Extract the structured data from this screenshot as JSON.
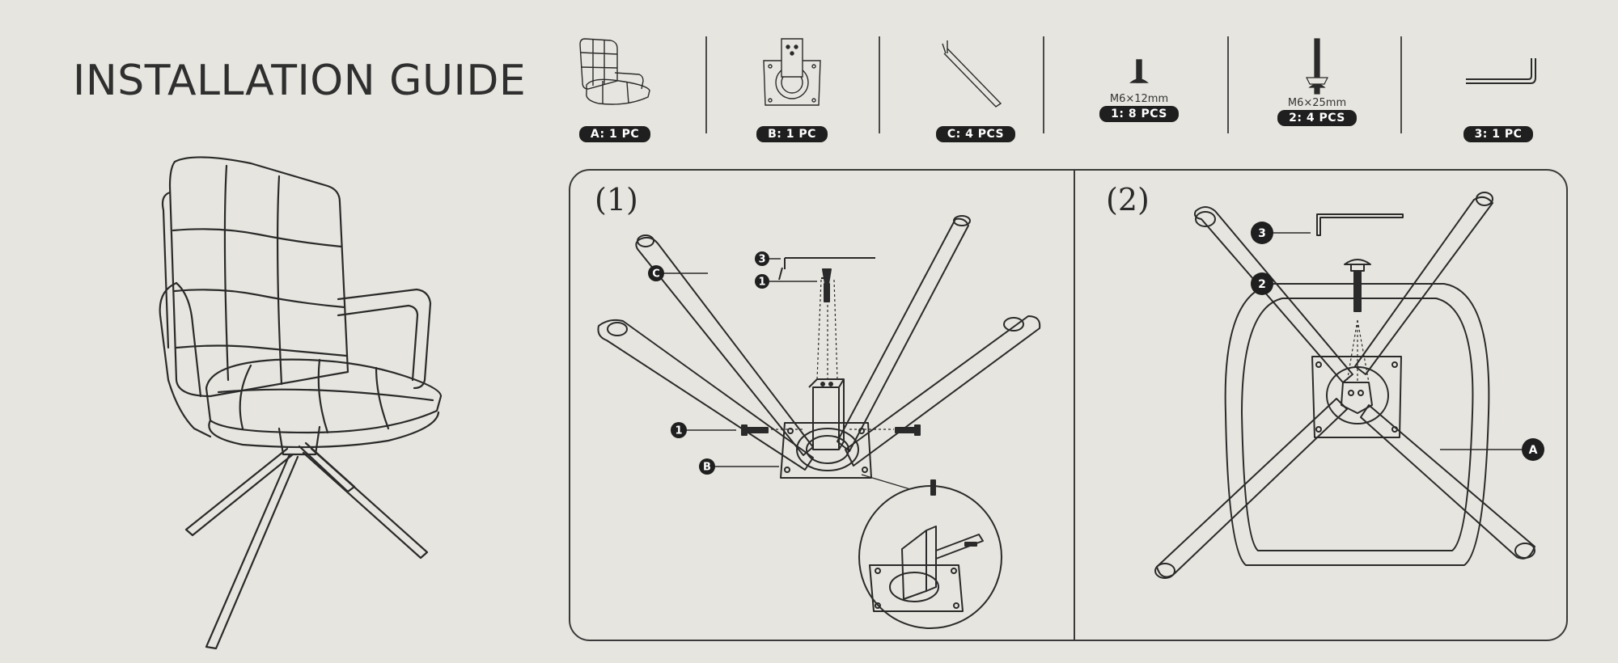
{
  "title": "INSTALLATION GUIDE",
  "parts": [
    {
      "id": "A",
      "icon": "chair-seat-icon",
      "spec": "",
      "label": "A: 1 PC"
    },
    {
      "id": "B",
      "icon": "swivel-plate-icon",
      "spec": "",
      "label": "B: 1 PC"
    },
    {
      "id": "C",
      "icon": "leg-icon",
      "spec": "",
      "label": "C: 4 PCS"
    },
    {
      "id": "1",
      "icon": "short-bolt-icon",
      "spec": "M6×12mm",
      "label": "1: 8 PCS"
    },
    {
      "id": "2",
      "icon": "long-bolt-icon",
      "spec": "M6×25mm",
      "label": "2: 4 PCS"
    },
    {
      "id": "3",
      "icon": "allen-key-icon",
      "spec": "",
      "label": "3: 1 PC"
    }
  ],
  "steps": [
    {
      "label": "(1)",
      "callouts": {
        "c": "C",
        "three": "3",
        "one_a": "1",
        "one_b": "1",
        "b": "B"
      }
    },
    {
      "label": "(2)",
      "callouts": {
        "three": "3",
        "two": "2",
        "a": "A"
      }
    }
  ],
  "colors": {
    "background": "#e6e5df",
    "line": "#2a2a2a",
    "badge": "#1f1f1f"
  }
}
